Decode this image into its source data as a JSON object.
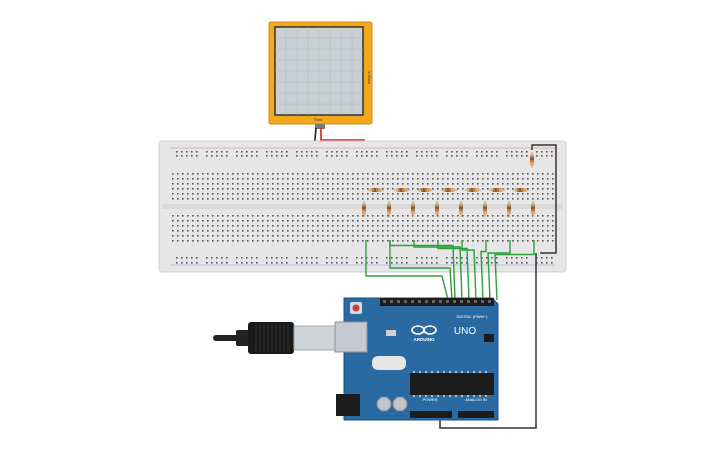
{
  "canvas": {
    "background": "#ffffff"
  },
  "oscilloscope": {
    "frame_color": "#f2a81d",
    "screen_color": "#c9cfd2",
    "side_label": "1.00ms",
    "bottom_label": "Time"
  },
  "breadboard": {
    "color": "#e6e6e6",
    "hole_color": "#555555"
  },
  "arduino": {
    "board_color": "#2a6aa3",
    "logo_text": "ARDUINO",
    "model_text": "UNO",
    "digital_label": "DIGITAL (PWM~)",
    "power_label": "POWER",
    "analog_label": "ANALOG IN",
    "icon": "arduino-infinity-logo"
  },
  "wires": {
    "signal_color": "#2e9e3e",
    "ground_color": "#333333",
    "probe_color": "#d42020"
  },
  "usb_cable": {
    "icon": "usb-plug-icon",
    "color": "#222222"
  }
}
